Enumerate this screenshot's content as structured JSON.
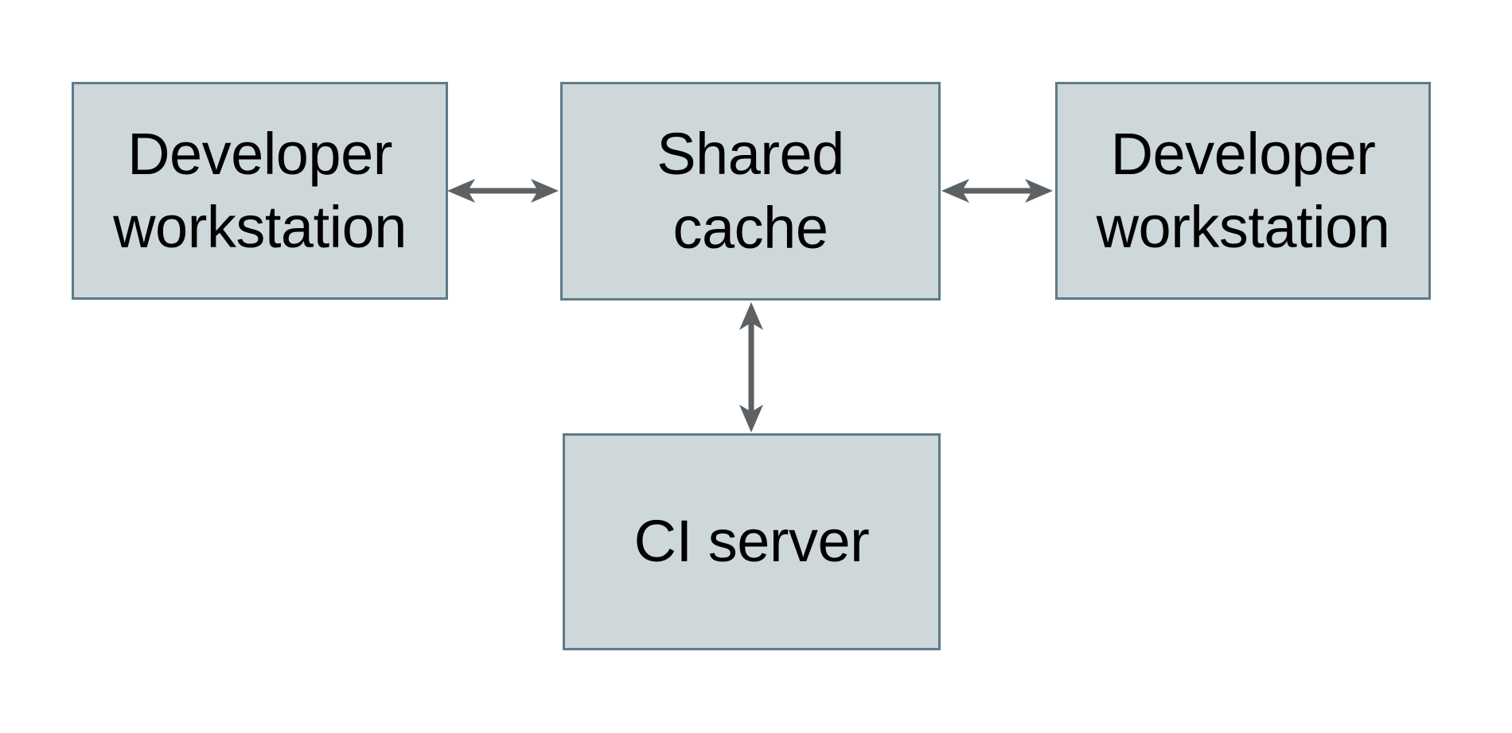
{
  "diagram": {
    "colors": {
      "background": "#ffffff",
      "node_fill": "#ced7d9",
      "node_border": "#5d7b8b",
      "arrow_color": "#5c6165",
      "text_color": "#000000"
    },
    "nodes": [
      {
        "id": "developer-workstation-left",
        "label": "Developer\nworkstation"
      },
      {
        "id": "shared-cache",
        "label": "Shared\ncache"
      },
      {
        "id": "developer-workstation-right",
        "label": "Developer\nworkstation"
      },
      {
        "id": "ci-server",
        "label": "CI server"
      }
    ],
    "edges": [
      {
        "from": "developer-workstation-left",
        "to": "shared-cache",
        "direction": "bidirectional"
      },
      {
        "from": "shared-cache",
        "to": "developer-workstation-right",
        "direction": "bidirectional"
      },
      {
        "from": "shared-cache",
        "to": "ci-server",
        "direction": "bidirectional"
      }
    ]
  }
}
